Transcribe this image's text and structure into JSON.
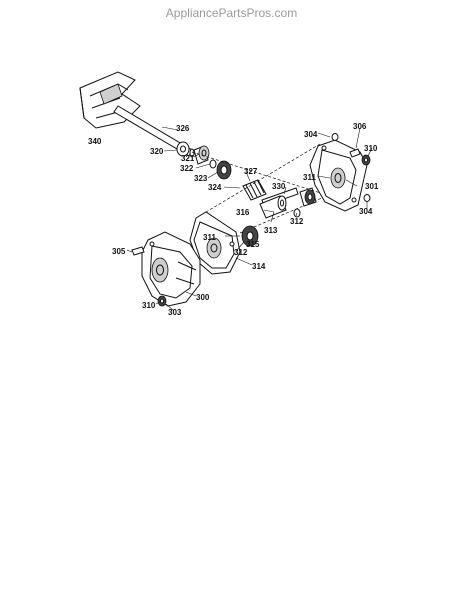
{
  "header": {
    "watermark": "AppliancePartsPros.com"
  },
  "parts": [
    {
      "id": "p340",
      "label": "340"
    },
    {
      "id": "p326",
      "label": "326"
    },
    {
      "id": "p320",
      "label": "320"
    },
    {
      "id": "p321",
      "label": "321"
    },
    {
      "id": "p322",
      "label": "322"
    },
    {
      "id": "p323",
      "label": "323"
    },
    {
      "id": "p324",
      "label": "324"
    },
    {
      "id": "p327",
      "label": "327"
    },
    {
      "id": "p330",
      "label": "330"
    },
    {
      "id": "p304a",
      "label": "304"
    },
    {
      "id": "p306",
      "label": "306"
    },
    {
      "id": "p310a",
      "label": "310"
    },
    {
      "id": "p311a",
      "label": "311"
    },
    {
      "id": "p301",
      "label": "301"
    },
    {
      "id": "p304b",
      "label": "304"
    },
    {
      "id": "p316",
      "label": "316"
    },
    {
      "id": "p313",
      "label": "313"
    },
    {
      "id": "p312a",
      "label": "312"
    },
    {
      "id": "p311b",
      "label": "311"
    },
    {
      "id": "p315",
      "label": "315"
    },
    {
      "id": "p312b",
      "label": "312"
    },
    {
      "id": "p314",
      "label": "314"
    },
    {
      "id": "p305",
      "label": "305"
    },
    {
      "id": "p300",
      "label": "300"
    },
    {
      "id": "p310b",
      "label": "310"
    },
    {
      "id": "p303",
      "label": "303"
    }
  ]
}
